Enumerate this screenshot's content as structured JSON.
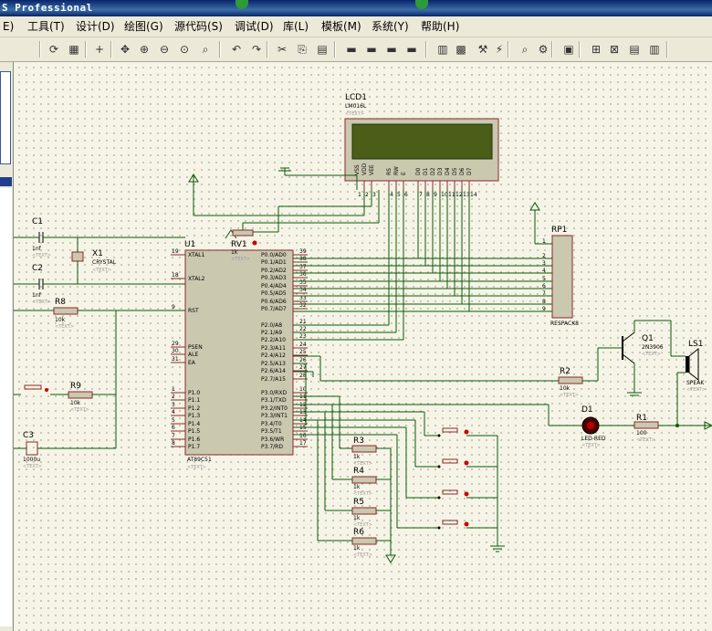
{
  "window": {
    "title": "S Professional"
  },
  "menu": [
    "E)",
    "工具(T)",
    "设计(D)",
    "绘图(G)",
    "源代码(S)",
    "调试(D)",
    "库(L)",
    "模板(M)",
    "系统(Y)",
    "帮助(H)"
  ],
  "colors": {
    "wire": "#0a5a0a",
    "body": "#cbc8b0",
    "border": "#8a2a2a",
    "lcd": "#4a5e18"
  },
  "toolbar_icons": [
    "refresh-icon",
    "grid-icon",
    "origin-icon",
    "pan-icon",
    "zoom-in-icon",
    "zoom-out-icon",
    "zoom-all-icon",
    "zoom-area-icon",
    "undo-icon",
    "redo-icon",
    "cut-icon",
    "copy-icon",
    "paste-icon",
    "block-copy-icon",
    "block-move-icon",
    "block-rotate-icon",
    "block-delete-icon",
    "pick-device-icon",
    "make-device-icon",
    "decompose-icon",
    "wire-autorouter-icon",
    "search-icon",
    "property-assign-icon",
    "design-explorer-icon",
    "new-sheet-icon",
    "remove-sheet-icon",
    "netlist-icon",
    "bom-icon"
  ],
  "components": {
    "lcd": {
      "ref": "LCD1",
      "part": "LM016L",
      "text": "<TEXT>",
      "pins": [
        "VSS",
        "VDD",
        "VEE",
        "RS",
        "RW",
        "E",
        "D0",
        "D1",
        "D2",
        "D3",
        "D4",
        "D5",
        "D6",
        "D7"
      ],
      "pin_numbers": [
        "1",
        "2",
        "3",
        "4",
        "5",
        "6",
        "7",
        "8",
        "9",
        "10",
        "11",
        "12",
        "13",
        "14"
      ]
    },
    "mcu": {
      "ref": "U1",
      "part": "AT89C51",
      "text": "<TEXT>",
      "left_pins": [
        [
          "19",
          "XTAL1"
        ],
        [
          "18",
          "XTAL2"
        ],
        [
          "9",
          "RST"
        ],
        [
          "29",
          "PSEN"
        ],
        [
          "30",
          "ALE"
        ],
        [
          "31",
          "EA"
        ],
        [
          "1",
          "P1.0"
        ],
        [
          "2",
          "P1.1"
        ],
        [
          "3",
          "P1.2"
        ],
        [
          "4",
          "P1.3"
        ],
        [
          "5",
          "P1.4"
        ],
        [
          "6",
          "P1.5"
        ],
        [
          "7",
          "P1.6"
        ],
        [
          "8",
          "P1.7"
        ]
      ],
      "right_pins": [
        [
          "39",
          "P0.0/AD0"
        ],
        [
          "38",
          "P0.1/AD1"
        ],
        [
          "37",
          "P0.2/AD2"
        ],
        [
          "36",
          "P0.3/AD3"
        ],
        [
          "35",
          "P0.4/AD4"
        ],
        [
          "34",
          "P0.5/AD5"
        ],
        [
          "33",
          "P0.6/AD6"
        ],
        [
          "32",
          "P0.7/AD7"
        ],
        [
          "21",
          "P2.0/A8"
        ],
        [
          "22",
          "P2.1/A9"
        ],
        [
          "23",
          "P2.2/A10"
        ],
        [
          "24",
          "P2.3/A11"
        ],
        [
          "25",
          "P2.4/A12"
        ],
        [
          "26",
          "P2.5/A13"
        ],
        [
          "27",
          "P2.6/A14"
        ],
        [
          "28",
          "P2.7/A15"
        ],
        [
          "10",
          "P3.0/RXD"
        ],
        [
          "11",
          "P3.1/TXD"
        ],
        [
          "12",
          "P3.2/INT0"
        ],
        [
          "13",
          "P3.3/INT1"
        ],
        [
          "14",
          "P3.4/T0"
        ],
        [
          "15",
          "P3.5/T1"
        ],
        [
          "16",
          "P3.6/WR"
        ],
        [
          "17",
          "P3.7/RD"
        ]
      ]
    },
    "rv1": {
      "ref": "RV1",
      "value": "1k",
      "text": "<TEXT>"
    },
    "rp1": {
      "ref": "RP1",
      "part": "RESPACK8",
      "pins": [
        "1",
        "2",
        "3",
        "4",
        "5",
        "6",
        "7",
        "8",
        "9"
      ]
    },
    "c1": {
      "ref": "C1",
      "value": "1nf",
      "text": "<TEXT>"
    },
    "c2": {
      "ref": "C2",
      "value": "1nf",
      "text": "<TEXT>"
    },
    "c3": {
      "ref": "C3",
      "value": "1000u",
      "text": "<TEXT>"
    },
    "x1": {
      "ref": "X1",
      "part": "CRYSTAL",
      "text": "<TEXT>"
    },
    "r8": {
      "ref": "R8",
      "value": "10k",
      "text": "<TEXT>"
    },
    "r9": {
      "ref": "R9",
      "value": "10k",
      "text": "<TEXT>"
    },
    "r2": {
      "ref": "R2",
      "value": "10k",
      "text": "<TEXT>"
    },
    "r1": {
      "ref": "R1",
      "value": "100",
      "text": "<TEXT>"
    },
    "r3": {
      "ref": "R3",
      "value": "1k",
      "text": "<TEXT>"
    },
    "r4": {
      "ref": "R4",
      "value": "1k",
      "text": "<TEXT>"
    },
    "r5": {
      "ref": "R5",
      "value": "1k",
      "text": "<TEXT>"
    },
    "r6": {
      "ref": "R6",
      "value": "1k",
      "text": "<TEXT>"
    },
    "q1": {
      "ref": "Q1",
      "part": "2N3906",
      "text": "<TEXT>"
    },
    "d1": {
      "ref": "D1",
      "part": "LED-RED",
      "text": "<TEXT>"
    },
    "ls1": {
      "ref": "LS1",
      "part": "SPEAK",
      "text": "<TEXT>"
    }
  }
}
